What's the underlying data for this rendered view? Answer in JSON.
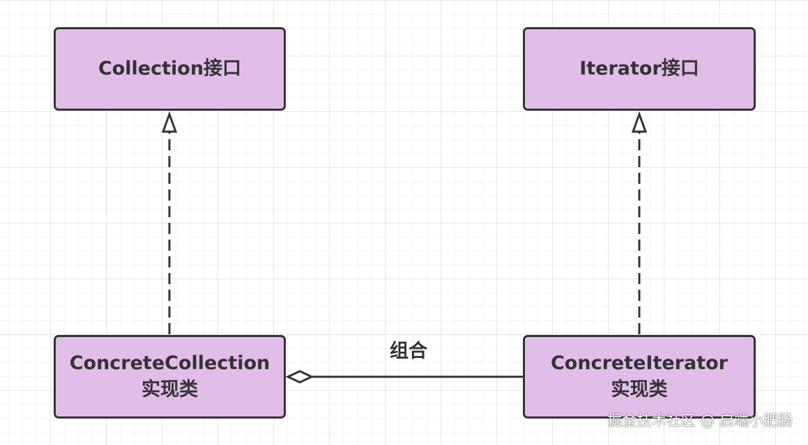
{
  "diagram": {
    "box_fill": "#e1bee7",
    "stroke_color": "#333333",
    "boxes": {
      "collection_interface": {
        "title": "Collection接口"
      },
      "iterator_interface": {
        "title": "Iterator接口"
      },
      "concrete_collection": {
        "title": "ConcreteCollection",
        "subtitle": "实现类"
      },
      "concrete_iterator": {
        "title": "ConcreteIterator",
        "subtitle": "实现类"
      }
    },
    "relations": {
      "aggregation_label": "组合"
    }
  },
  "watermark": "掘金技术社区 @ 启端小肥肠"
}
